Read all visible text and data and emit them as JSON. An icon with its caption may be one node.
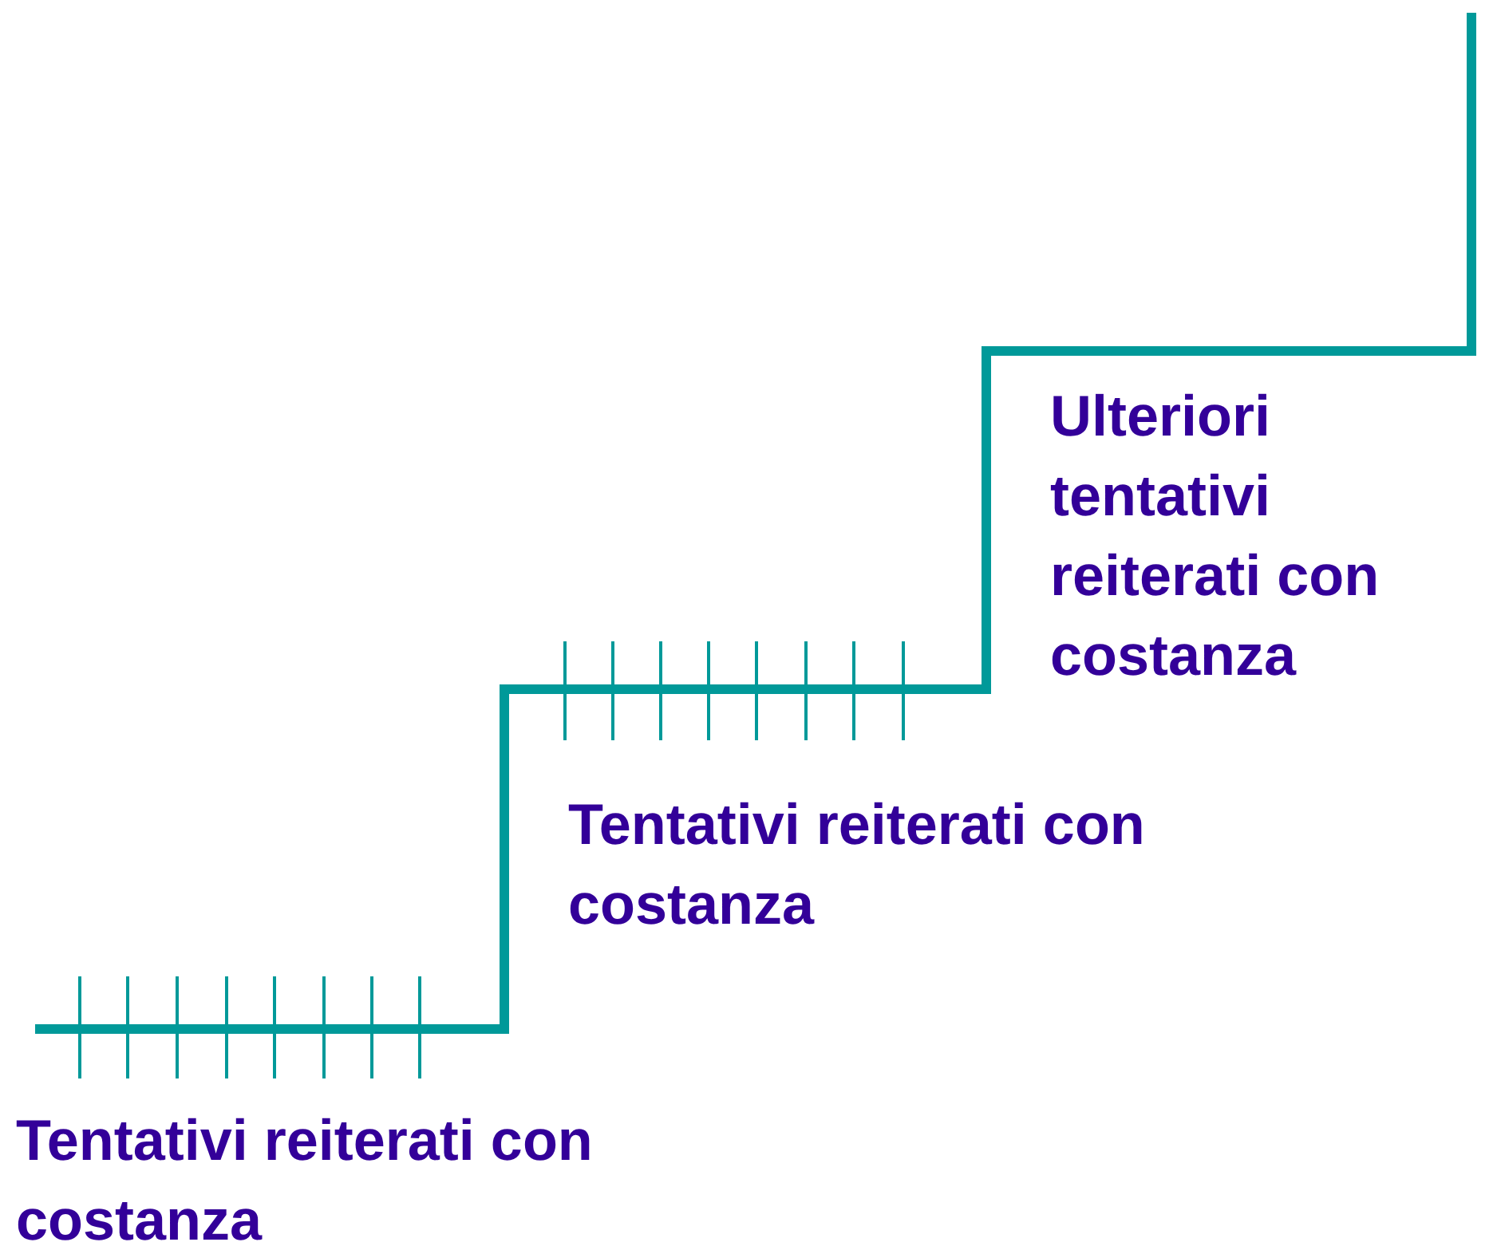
{
  "diagram": {
    "labels": [
      "Ulteriori tentativi reiterati con costanza",
      "Tentativi reiterati con costanza",
      "Tentativi reiterati con costanza"
    ]
  }
}
